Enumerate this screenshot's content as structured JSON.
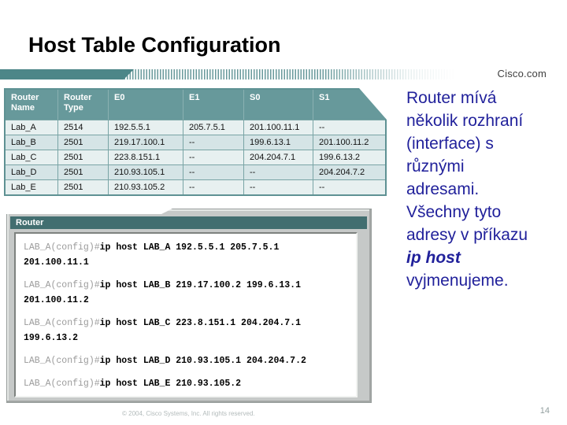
{
  "slide": {
    "title": "Host Table Configuration",
    "brand": "Cisco.com",
    "footer": "© 2004, Cisco Systems, Inc. All rights reserved.",
    "page_number": "14"
  },
  "colors": {
    "teal_bar": "#4d8688",
    "table_header_teal": "#67999b",
    "window_title_teal": "#426e70",
    "note_blue": "#21219b",
    "row_light": "#e7f0f0",
    "row_dark": "#d5e4e6"
  },
  "host_table": {
    "headers": [
      "Router Name",
      "Router Type",
      "E0",
      "E1",
      "S0",
      "S1"
    ],
    "rows": [
      [
        "Lab_A",
        "2514",
        "192.5.5.1",
        "205.7.5.1",
        "201.100.11.1",
        "--"
      ],
      [
        "Lab_B",
        "2501",
        "219.17.100.1",
        "--",
        "199.6.13.1",
        "201.100.11.2"
      ],
      [
        "Lab_C",
        "2501",
        "223.8.151.1",
        "--",
        "204.204.7.1",
        "199.6.13.2"
      ],
      [
        "Lab_D",
        "2501",
        "210.93.105.1",
        "--",
        "--",
        "204.204.7.2"
      ],
      [
        "Lab_E",
        "2501",
        "210.93.105.2",
        "--",
        "--",
        "--"
      ]
    ]
  },
  "terminal": {
    "window_title": "Router",
    "groups": [
      {
        "prompt": "LAB_A(config)#",
        "command": "ip host LAB_A 192.5.5.1 205.7.5.1",
        "continuation": "201.100.11.1"
      },
      {
        "prompt": "LAB_A(config)#",
        "command": "ip host LAB_B 219.17.100.2 199.6.13.1",
        "continuation": "201.100.11.2"
      },
      {
        "prompt": "LAB_A(config)#",
        "command": "ip host LAB_C 223.8.151.1 204.204.7.1",
        "continuation": "199.6.13.2"
      },
      {
        "prompt": "LAB_A(config)#",
        "command": "ip host LAB_D 210.93.105.1 204.204.7.2"
      },
      {
        "prompt": "LAB_A(config)#",
        "command": "ip host LAB_E 210.93.105.2"
      }
    ]
  },
  "note": {
    "lines": [
      "Router mívá",
      "několik rozhraní",
      "(interface) s",
      "různými",
      "adresami.",
      "Všechny tyto",
      "adresy v příkazu",
      "ip host",
      "vyjmenujeme."
    ]
  }
}
